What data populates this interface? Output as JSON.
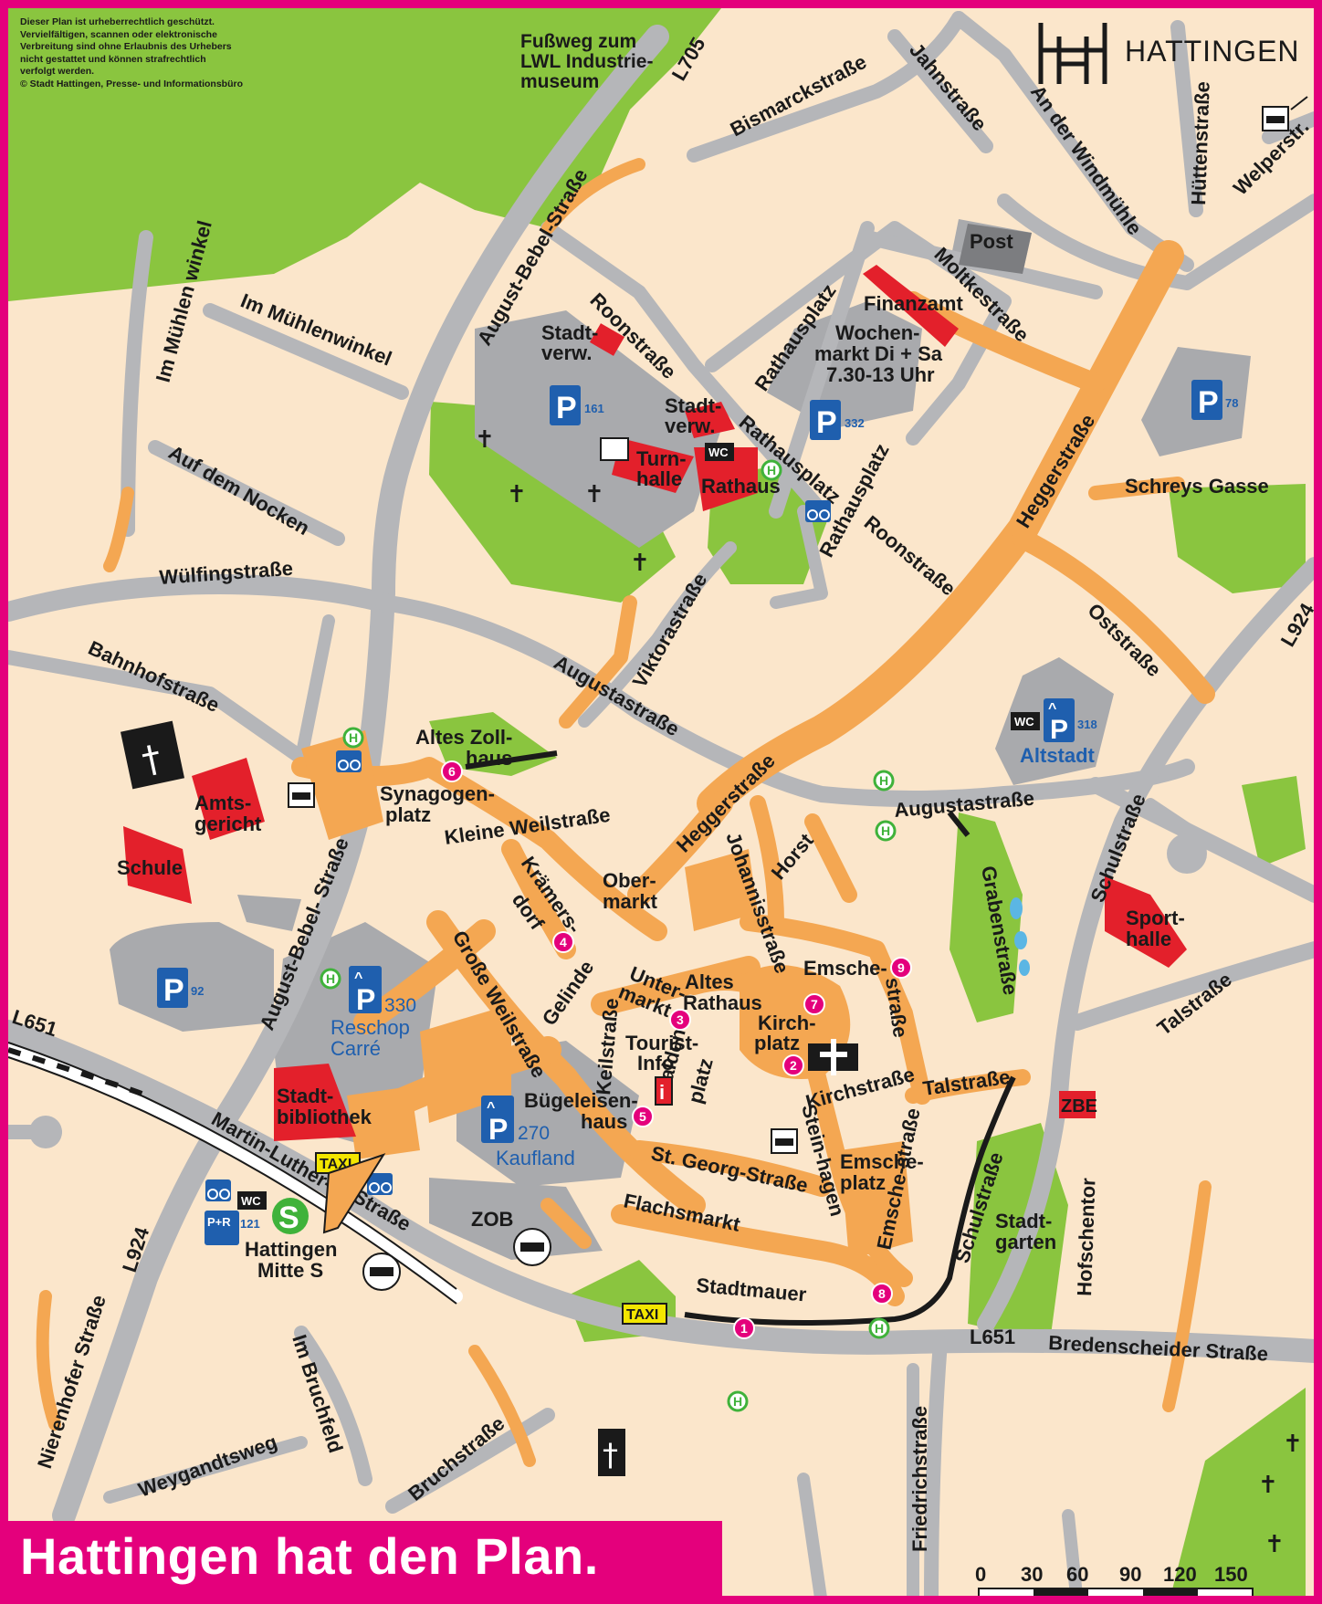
{
  "copyright_notice": "Dieser Plan ist urheberrechtlich geschützt.\nVervielfältigen, scannen oder elektronische\nVerbreitung sind ohne Erlaubnis des Urhebers\nnicht gestattet und können strafrechtlich\nverfolgt werden.\n© Stadt Hattingen, Presse- und Informationsbüro",
  "logo": {
    "text": "HATTINGEN"
  },
  "slogan": "Hattingen hat den Plan.",
  "colors": {
    "background": "#fbe6cb",
    "street": "#b5b6b9",
    "pedestrian": "#f4a752",
    "green": "#8ac53f",
    "building_red": "#e3202b",
    "parking_area": "#9d9ea1",
    "parking_blue": "#1f5fae",
    "frame_magenta": "#e4007c",
    "poi_pink": "#e4007c",
    "bus_stop_green": "#3fb23a"
  },
  "streets": {
    "fussweg": [
      "Fußweg zum",
      "LWL Industrie-",
      "museum"
    ],
    "l705": "L705",
    "bismarckstrasse": "Bismarckstraße",
    "jahnstrasse": "Jahnstraße",
    "an_der_windmuehle": "An der Windmühle",
    "huettenstrasse": "Hüttenstraße",
    "welperstr": "Welperstr.",
    "august_bebel_strasse_n": "August-Bebel-Straße",
    "im_muehlenwinkel_a": "Im Mühlen winkel",
    "im_muehlenwinkel_b": "Im Mühlenwinkel",
    "auf_dem_nocken": "Auf dem Nocken",
    "roonstrasse_n": "Roonstraße",
    "rathausplatz_a": "Rathausplatz",
    "rathausplatz_b": "Rathausplatz",
    "rathausplatz_c": "Rathausplatz",
    "moltkestrasse": "Moltkestraße",
    "heggerstrasse_n": "Heggerstraße",
    "schreys_gasse": "Schreys Gasse",
    "wuelfingstrasse": "Wülfingstraße",
    "bahnhofstrasse": "Bahnhofstraße",
    "viktorastrasse": "Viktorastraße",
    "augustastrasse_w": "Augustastraße",
    "roonstrasse_s": "Roonstraße",
    "oststrasse": "Oststraße",
    "l924_e": "L924",
    "augustastrasse_e": "Augustastraße",
    "kleine_weilstrasse": "Kleine Weilstraße",
    "kraemersdorf_a": "Krämers-",
    "kraemersdorf_b": "dorf",
    "heggerstrasse_s": "Heggerstraße",
    "johannisstrasse": "Johannisstraße",
    "horst": "Horst",
    "grabenstrasse": "Grabenstraße",
    "schulstrasse_ne": "Schulstraße",
    "august_bebel_strasse_s": "August-Bebel- Straße",
    "grosse_weilstrasse": "Große Weilstraße",
    "gelinde": "Gelinde",
    "keilstrasse": "Keilstraße",
    "haldenplatz_a": "Halden-",
    "haldenplatz_b": "platz",
    "emschestrasse_a": "Emsche-",
    "emschestrasse_b": "straße",
    "talstrasse_e": "Talstraße",
    "talstrasse_c": "Talstraße",
    "kirchstrasse": "Kirchstraße",
    "steinhagen": "Stein-hagen",
    "emschestrasse_s": "Emsche-straße",
    "l651_w": "L651",
    "martin_luther_strasse_a": "Martin-Luther-",
    "martin_luther_strasse_b": "Straße",
    "st_georg_strasse": "St. Georg-Straße",
    "flachsmarkt": "Flachsmarkt",
    "stadtmauer": "Stadtmauer",
    "schulstrasse_s": "Schulstraße",
    "hofschentor": "Hofschentor",
    "l651_s": "L651",
    "bredenscheider_strasse": "Bredenscheider Straße",
    "l924_w": "L924",
    "nierenhofer_strasse": "Nierenhofer Straße",
    "im_bruchfeld": "Im Bruchfeld",
    "weygandtsweg": "Weygandtsweg",
    "bruchstrasse": "Bruchstraße",
    "friedrichstrasse": "Friedrichstraße"
  },
  "places": {
    "post": "Post",
    "finanzamt": "Finanzamt",
    "wochenmarkt": [
      "Wochen-",
      "markt Di + Sa",
      "7.30-13 Uhr"
    ],
    "stadtverw_1": [
      "Stadt-",
      "verw."
    ],
    "stadtverw_2": [
      "Stadt-",
      "verw."
    ],
    "turnhalle": [
      "Turn-",
      "halle"
    ],
    "rathaus": "Rathaus",
    "wc": "WC",
    "altes_zollhaus": [
      "Altes Zoll-",
      "haus"
    ],
    "synagogenplatz": [
      "Synagogen-",
      "platz"
    ],
    "amtsgericht": [
      "Amts-",
      "gericht"
    ],
    "schule": "Schule",
    "obermarkt": [
      "Ober-",
      "markt"
    ],
    "altstadt": "Altstadt",
    "sporthalle": [
      "Sport-",
      "halle"
    ],
    "altes_rathaus": [
      "Altes",
      "Rathaus"
    ],
    "untermarkt": [
      "Unter-",
      "markt"
    ],
    "kirchplatz": [
      "Kirch-",
      "platz"
    ],
    "tourist_info": [
      "Tourist-",
      "Info"
    ],
    "buegeleisenhaus": [
      "Bügeleisen-",
      "haus"
    ],
    "emscheplatz": [
      "Emsche-",
      "platz"
    ],
    "stadtgarten": [
      "Stadt-",
      "garten"
    ],
    "zbe": "ZBE",
    "stadtbibliothek": [
      "Stadt-",
      "bibliothek"
    ],
    "reschop_carre": [
      "Reschop",
      "Carré"
    ],
    "kaufland": "Kaufland",
    "zob": "ZOB",
    "taxi": "TAXI",
    "station": [
      "Hattingen",
      "Mitte S"
    ],
    "pr": "P+R"
  },
  "parking": [
    {
      "id": "p161",
      "symbol": "P",
      "capacity": "161",
      "covered": false
    },
    {
      "id": "p332",
      "symbol": "P",
      "capacity": "332",
      "covered": false
    },
    {
      "id": "p78",
      "symbol": "P",
      "capacity": "78",
      "covered": false
    },
    {
      "id": "p318",
      "symbol": "P",
      "capacity": "318",
      "covered": true
    },
    {
      "id": "p92",
      "symbol": "P",
      "capacity": "92",
      "covered": false
    },
    {
      "id": "p330",
      "symbol": "P",
      "capacity": "330",
      "covered": true
    },
    {
      "id": "p270",
      "symbol": "P",
      "capacity": "270",
      "covered": true
    },
    {
      "id": "p121",
      "symbol": "P+R",
      "capacity": "121",
      "covered": false
    }
  ],
  "pois": [
    "1",
    "2",
    "3",
    "4",
    "5",
    "6",
    "7",
    "8",
    "9"
  ],
  "bus_stop_symbol": "H",
  "station_symbol": "S",
  "scale": {
    "ticks": [
      "0",
      "30",
      "60",
      "90",
      "120",
      "150"
    ]
  },
  "icons": [
    "church-cross-icon",
    "bicycle-icon",
    "hotel-bed-icon",
    "info-icon",
    "bus-stop-icon",
    "s-bahn-icon",
    "taxi-sign-icon",
    "parking-icon",
    "cemetery-cross-icon"
  ]
}
